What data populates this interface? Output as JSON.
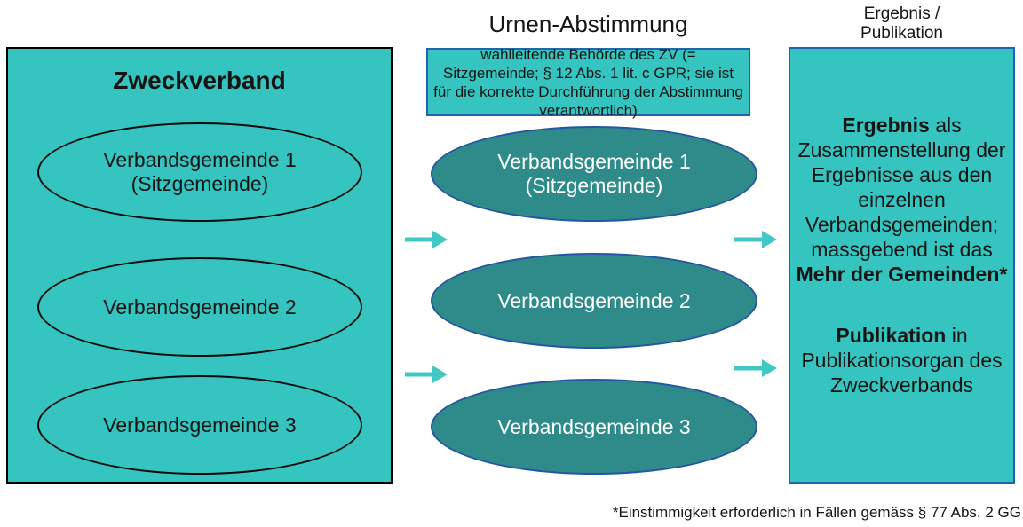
{
  "palette": {
    "teal_fill": "#35C4BF",
    "dark_ellipse_fill": "#2E8B89",
    "ellipse_border_blue": "#2456A3",
    "box_border_blue": "#2463AE",
    "black_border": "#000000",
    "arrow_teal": "#3FC8C4",
    "text_dark": "#151515",
    "text_light": "#FFFFFF"
  },
  "left_panel": {
    "title": "Zweckverband",
    "ellipses": [
      {
        "label": "Verbandsgemeinde 1\n(Sitzgemeinde)"
      },
      {
        "label": "Verbandsgemeinde 2"
      },
      {
        "label": "Verbandsgemeinde 3"
      }
    ]
  },
  "middle_column": {
    "header": "Urnen-Abstimmung",
    "authority_note": "wahlleitende Behörde des ZV (= Sitzgemeinde; § 12 Abs. 1 lit. c GPR; sie ist für die korrekte Durchführung der Abstimmung verantwortlich)",
    "ellipses": [
      {
        "label": "Verbandsgemeinde 1\n(Sitzgemeinde)"
      },
      {
        "label": "Verbandsgemeinde 2"
      },
      {
        "label": "Verbandsgemeinde 3"
      }
    ]
  },
  "right_column": {
    "header": "Ergebnis /\nPublikation",
    "result": {
      "lead_bold": "Ergebnis",
      "body": " als Zusammenstellung der Ergebnisse aus den einzelnen Verbandsgemeinden; massgebend ist das ",
      "emphasis_bold": "Mehr der Gemeinden*"
    },
    "publication": {
      "lead_bold": "Publikation",
      "body": " in Publikationsorgan des Zweckverbands"
    }
  },
  "footnote": "*Einstimmigkeit erforderlich in Fällen gemäss § 77 Abs. 2 GG"
}
